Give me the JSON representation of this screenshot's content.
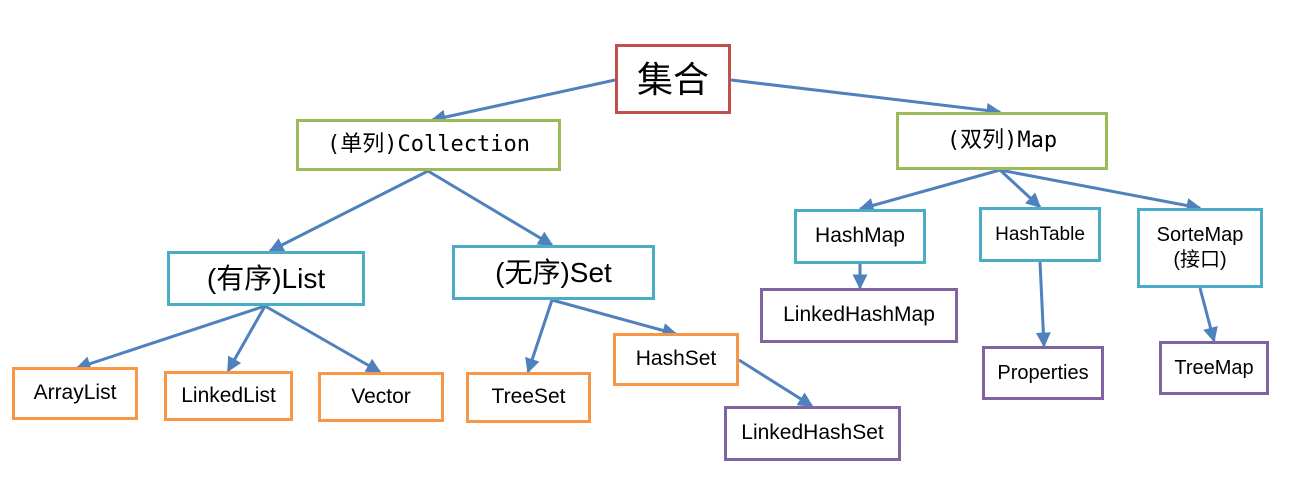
{
  "nodes": {
    "root": "集合",
    "collection": "(单列)Collection",
    "map": "(双列)Map",
    "list": "(有序)List",
    "set": "(无序)Set",
    "arraylist": "ArrayList",
    "linkedlist": "LinkedList",
    "vector": "Vector",
    "treeset": "TreeSet",
    "hashset": "HashSet",
    "linkedhashset": "LinkedHashSet",
    "hashmap": "HashMap",
    "hashtable": "HashTable",
    "sortemap": "SorteMap\n(接口)",
    "linkedhashmap": "LinkedHashMap",
    "properties": "Properties",
    "treemap": "TreeMap"
  },
  "colors": {
    "root_border": "#c0504d",
    "level1_border": "#9bbb59",
    "level2_border": "#4bacc6",
    "leaf_orange_border": "#f79646",
    "leaf_purple_border": "#8064a2",
    "edge": "#4f81bd"
  },
  "edges": [
    [
      "root",
      "collection"
    ],
    [
      "root",
      "map"
    ],
    [
      "collection",
      "list"
    ],
    [
      "collection",
      "set"
    ],
    [
      "list",
      "arraylist"
    ],
    [
      "list",
      "linkedlist"
    ],
    [
      "list",
      "vector"
    ],
    [
      "set",
      "treeset"
    ],
    [
      "set",
      "hashset"
    ],
    [
      "hashset",
      "linkedhashset"
    ],
    [
      "map",
      "hashmap"
    ],
    [
      "map",
      "hashtable"
    ],
    [
      "map",
      "sortemap"
    ],
    [
      "hashmap",
      "linkedhashmap"
    ],
    [
      "hashtable",
      "properties"
    ],
    [
      "sortemap",
      "treemap"
    ]
  ]
}
